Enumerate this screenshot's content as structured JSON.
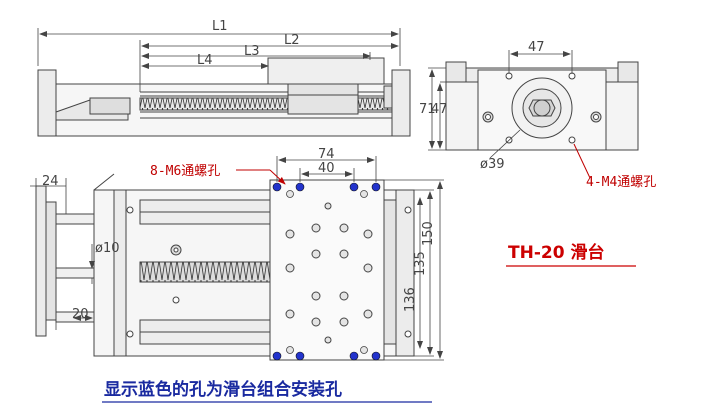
{
  "labels": {
    "l1": "L1",
    "l2": "L2",
    "l3": "L3",
    "l4": "L4",
    "d47": "47",
    "d71": "71",
    "d47v": "47",
    "d39": "ø39",
    "m4": "4-M4通螺孔",
    "m6": "8-M6通螺孔",
    "d74": "74",
    "d40": "40",
    "d24": "24",
    "d10": "ø10",
    "d20": "20",
    "d150": "150",
    "d135": "135",
    "d136": "136"
  },
  "title": "TH-20 滑台",
  "caption": "显示蓝色的孔为滑台组合安装孔",
  "colors": {
    "line": "#444444",
    "red": "#c00000",
    "blue": "#1a2aa0",
    "hole_blue": "#2233cc",
    "body": "#f4f4f4"
  }
}
